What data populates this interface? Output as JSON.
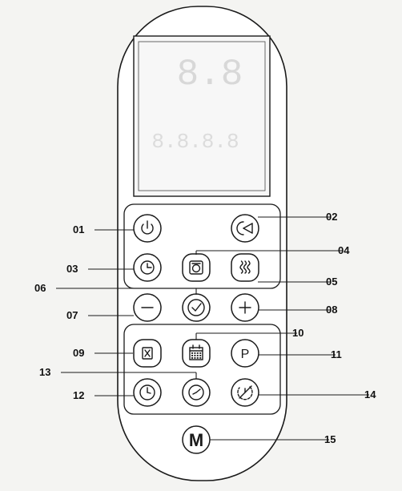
{
  "diagram": {
    "colors": {
      "ink": "#1a1a1a",
      "body": "#ffffff",
      "screen": "#f7f7f7"
    },
    "screen_segments": {
      "top": "8.8",
      "bottom": "8.8.8.8"
    },
    "buttons": [
      {
        "id": "b01",
        "icon": "power-icon"
      },
      {
        "id": "b02",
        "icon": "swing-icon"
      },
      {
        "id": "b03",
        "icon": "timer-icon"
      },
      {
        "id": "b04",
        "icon": "defrost-icon"
      },
      {
        "id": "b05",
        "icon": "heat-icon"
      },
      {
        "id": "b07",
        "icon": "minus-icon"
      },
      {
        "id": "b06",
        "icon": "confirm-icon"
      },
      {
        "id": "b08",
        "icon": "plus-icon"
      },
      {
        "id": "b09",
        "icon": "mode-icon"
      },
      {
        "id": "b10",
        "icon": "calendar-icon"
      },
      {
        "id": "b11",
        "icon": "p-icon",
        "text": "P"
      },
      {
        "id": "b12",
        "icon": "clock-icon"
      },
      {
        "id": "b13",
        "icon": "clock-set-icon"
      },
      {
        "id": "b14",
        "icon": "clock-cancel-icon"
      },
      {
        "id": "b15",
        "icon": "m-icon",
        "text": "M"
      }
    ],
    "callouts": [
      {
        "label": "01",
        "target": "b01"
      },
      {
        "label": "02",
        "target": "b02"
      },
      {
        "label": "03",
        "target": "b03"
      },
      {
        "label": "04",
        "target": "b04"
      },
      {
        "label": "05",
        "target": "b05"
      },
      {
        "label": "06",
        "target": "b06"
      },
      {
        "label": "07",
        "target": "b07"
      },
      {
        "label": "08",
        "target": "b08"
      },
      {
        "label": "09",
        "target": "b09"
      },
      {
        "label": "10",
        "target": "b10"
      },
      {
        "label": "11",
        "target": "b11"
      },
      {
        "label": "12",
        "target": "b12"
      },
      {
        "label": "13",
        "target": "b13"
      },
      {
        "label": "14",
        "target": "b14"
      },
      {
        "label": "15",
        "target": "b15"
      }
    ]
  }
}
